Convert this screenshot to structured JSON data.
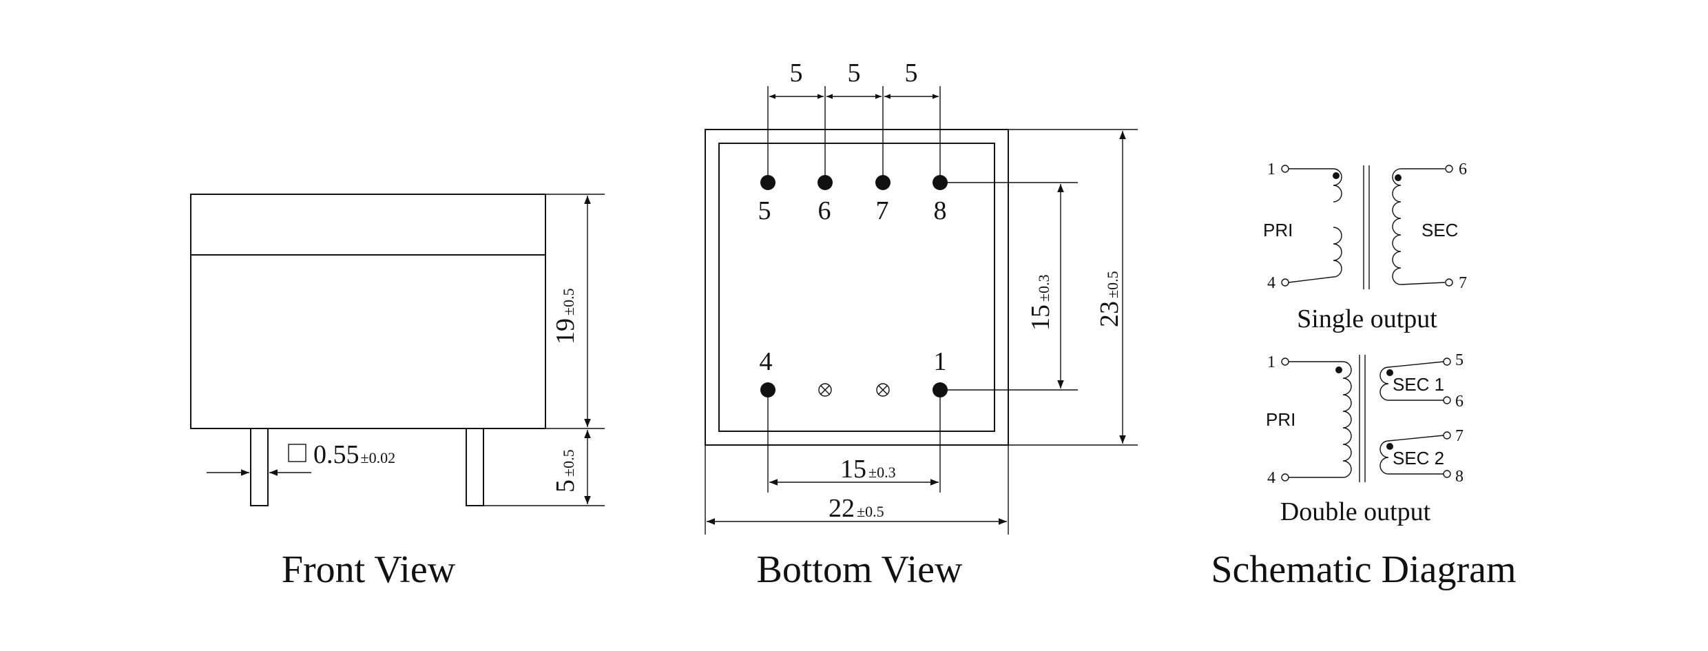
{
  "views": {
    "front": {
      "title": "Front View",
      "dim_height": "19",
      "dim_height_tol": "±0.5",
      "dim_pin_len": "5",
      "dim_pin_len_tol": "±0.5",
      "pin_size": "0.55",
      "pin_size_tol": "±0.02"
    },
    "bottom": {
      "title": "Bottom View",
      "pitch": [
        "5",
        "5",
        "5"
      ],
      "top_pins": [
        "5",
        "6",
        "7",
        "8"
      ],
      "bottom_pins": [
        "4",
        "1"
      ],
      "dim_row_span": "15",
      "dim_row_span_tol": "±0.3",
      "dim_height": "23",
      "dim_height_tol": "±0.5",
      "dim_col_span": "15",
      "dim_col_span_tol": "±0.3",
      "dim_width": "22",
      "dim_width_tol": "±0.5"
    },
    "schematic": {
      "title": "Schematic Diagram",
      "single": {
        "caption": "Single output",
        "pri": "PRI",
        "sec": "SEC",
        "pins": [
          "1",
          "4",
          "6",
          "7"
        ]
      },
      "double": {
        "caption": "Double output",
        "pri": "PRI",
        "sec1": "SEC 1",
        "sec2": "SEC 2",
        "pins": [
          "1",
          "4",
          "5",
          "6",
          "7",
          "8"
        ]
      }
    }
  },
  "colors": {
    "ink": "#111111",
    "background": "#ffffff"
  }
}
